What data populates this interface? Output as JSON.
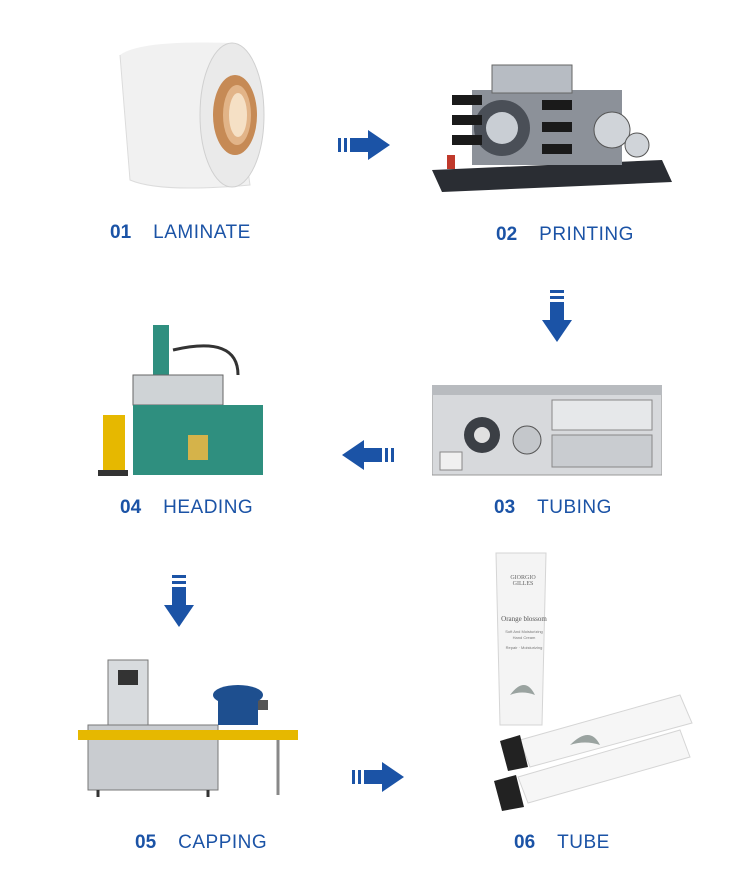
{
  "steps": [
    {
      "num": "01",
      "name": "LAMINATE"
    },
    {
      "num": "02",
      "name": "PRINTING"
    },
    {
      "num": "03",
      "name": "TUBING"
    },
    {
      "num": "04",
      "name": "HEADING"
    },
    {
      "num": "05",
      "name": "CAPPING"
    },
    {
      "num": "06",
      "name": "TUBE"
    }
  ],
  "tube_text": {
    "brand": "GIORGIO GILLES",
    "product": "Orange blossom",
    "line1": "Soft And Moisturizing",
    "line2": "Hand Cream",
    "line3": "Repair · Moisturizing"
  },
  "colors": {
    "accent": "#1b53a6",
    "machine_green": "#2f8f7f",
    "machine_yellow": "#e6b800"
  }
}
